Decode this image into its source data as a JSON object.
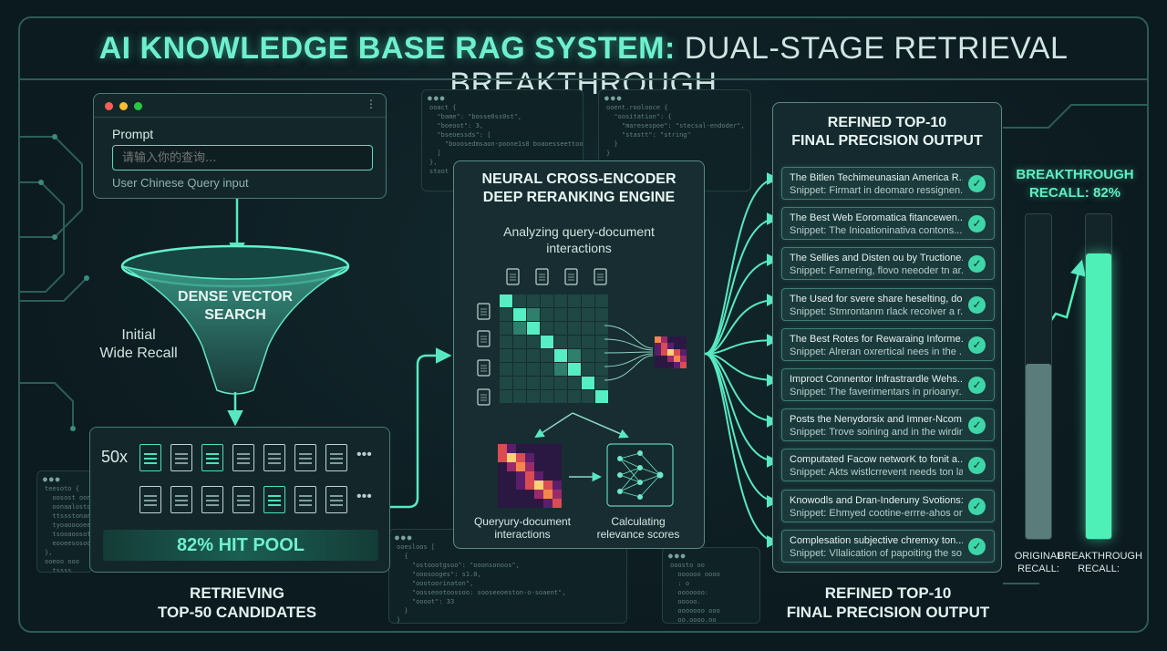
{
  "title": {
    "highlight": "AI KNOWLEDGE BASE RAG SYSTEM:",
    "rest": "DUAL-STAGE RETRIEVAL BREAKTHROUGH"
  },
  "query_window": {
    "label": "Prompt",
    "placeholder": "请输入你的查询...",
    "caption": "User Chinese Query input",
    "menu_icon": "kebab-icon",
    "colors": {
      "dot_red": "#ff5f57",
      "dot_yellow": "#febc2e",
      "dot_green": "#28c840"
    }
  },
  "funnel": {
    "line1": "DENSE VECTOR",
    "line2": "SEARCH",
    "side_line1": "Initial",
    "side_line2": "Wide Recall"
  },
  "candidate_pool": {
    "count_label": "50x",
    "hit_label": "82% HIT POOL",
    "caption_line1": "RETRIEVING",
    "caption_line2": "TOP-50 CANDIDATES"
  },
  "reranker": {
    "title_line1": "NEURAL CROSS-ENCODER",
    "title_line2": "DEEP RERANKING ENGINE",
    "subtitle_line1": "Analyzing query-document",
    "subtitle_line2": "interactions",
    "caption_left_line1": "Queryury-document",
    "caption_left_line2": "interactions",
    "caption_right_line1": "Calculating",
    "caption_right_line2": "relevance scores"
  },
  "output": {
    "title_line1": "REFINED TOP-10",
    "title_line2": "FINAL PRECISION OUTPUT",
    "results": [
      {
        "title": "The Bitlen Techimeunasian America R...",
        "snippet": "Snippet: Firmart in deomaro ressignen..."
      },
      {
        "title": "The Best Web Eoromatica fitancewen...",
        "snippet": "Snippet: The Inioationinativa contons..."
      },
      {
        "title": "The Sellies and Disten ou by Tructione...",
        "snippet": "Snippet: Farnering, flovo neeoder tn ar..."
      },
      {
        "title": "The Used for svere share heselting, do...",
        "snippet": "Snippet: Stmrontanm rlack recoiver a r..."
      },
      {
        "title": "The Best Rotes for Rewaraing Informe...",
        "snippet": "Snippet: Alreran oxrertical nees in the ..."
      },
      {
        "title": "Improct Connentor Infrastrardle Wehs...",
        "snippet": "Snippet: The faverimentars in prioanyr..."
      },
      {
        "title": "Posts the Nenydorsix and Imner-Ncom...",
        "snippet": "Snippet: Trove soining and in the wirdin..."
      },
      {
        "title": "Computated Facow networK to fonit a...",
        "snippet": "Snippet: Akts wistlcrrevent needs ton la..."
      },
      {
        "title": "Knowodls and Dran-Inderuny Svotions:...",
        "snippet": "Snippet: Ehmyed cootine-errre-ahos on ..."
      },
      {
        "title": "Complesation subjective chremxy ton...",
        "snippet": "Snippet: Vllalication of papoiting the so..."
      }
    ],
    "bottom_line1": "REFINED TOP-10",
    "bottom_line2": "FINAL PRECISION OUTPUT"
  },
  "recall_chart": {
    "title_line1": "BREAKTHROUGH",
    "title_line2": "RECALL: 82%",
    "bars": [
      {
        "label_line1": "ORIGINAL",
        "label_line2": "RECALL:",
        "fraction": 0.54,
        "color": "#5a7c7a"
      },
      {
        "label_line1": "BREAKTHROUGH",
        "label_line2": "RECALL:",
        "fraction": 0.88,
        "color": "#4ff0b8"
      }
    ]
  },
  "code_snippets": {
    "top_left": "ooact {\n  \"bame\": \"bosse0ss0st\",\n  \"boeoot\": 3,\n  \"bseoessds\": [\n    \"booosedmsaon-poone1s0 boaoesseettoontent\"\n  ]\n},\nstoot",
    "top_right": "ooent.roolooce {\n  \"oositation\": {\n    \"maresespoe\": \"stecsal-endoder\",\n    \"stastt\": \"string\"\n  }\n}",
    "bottom_left": "teesoto {\n  oosost oonoos\n  oonaalostonto\n  ttssstonanst\n  tyoaooooeetto\n  tsooaoosots\n  eooeesosooe\n},\nooeoo ooo\n  tssss",
    "bottom_mid": "ooesloos [\n  {\n    \"ostoootgsoo\": \"ooonsonoos\",\n    \"ooosooges\": s1.0,\n    \"oootoorinaton\",\n    \"oosseootoossoo: sooseeoeston-o-soaent\",\n    \"oooot\": 33\n  }\n}\n]",
    "bottom_right": "ooosto oo\n  oooooo oooo\n  : o\n  ooooooo:\n  ooooo.\n  ooooooo ooo\n  oo.oooo.oo\n  ooooooo\n  ooooooo\n  ooooooooooo"
  }
}
